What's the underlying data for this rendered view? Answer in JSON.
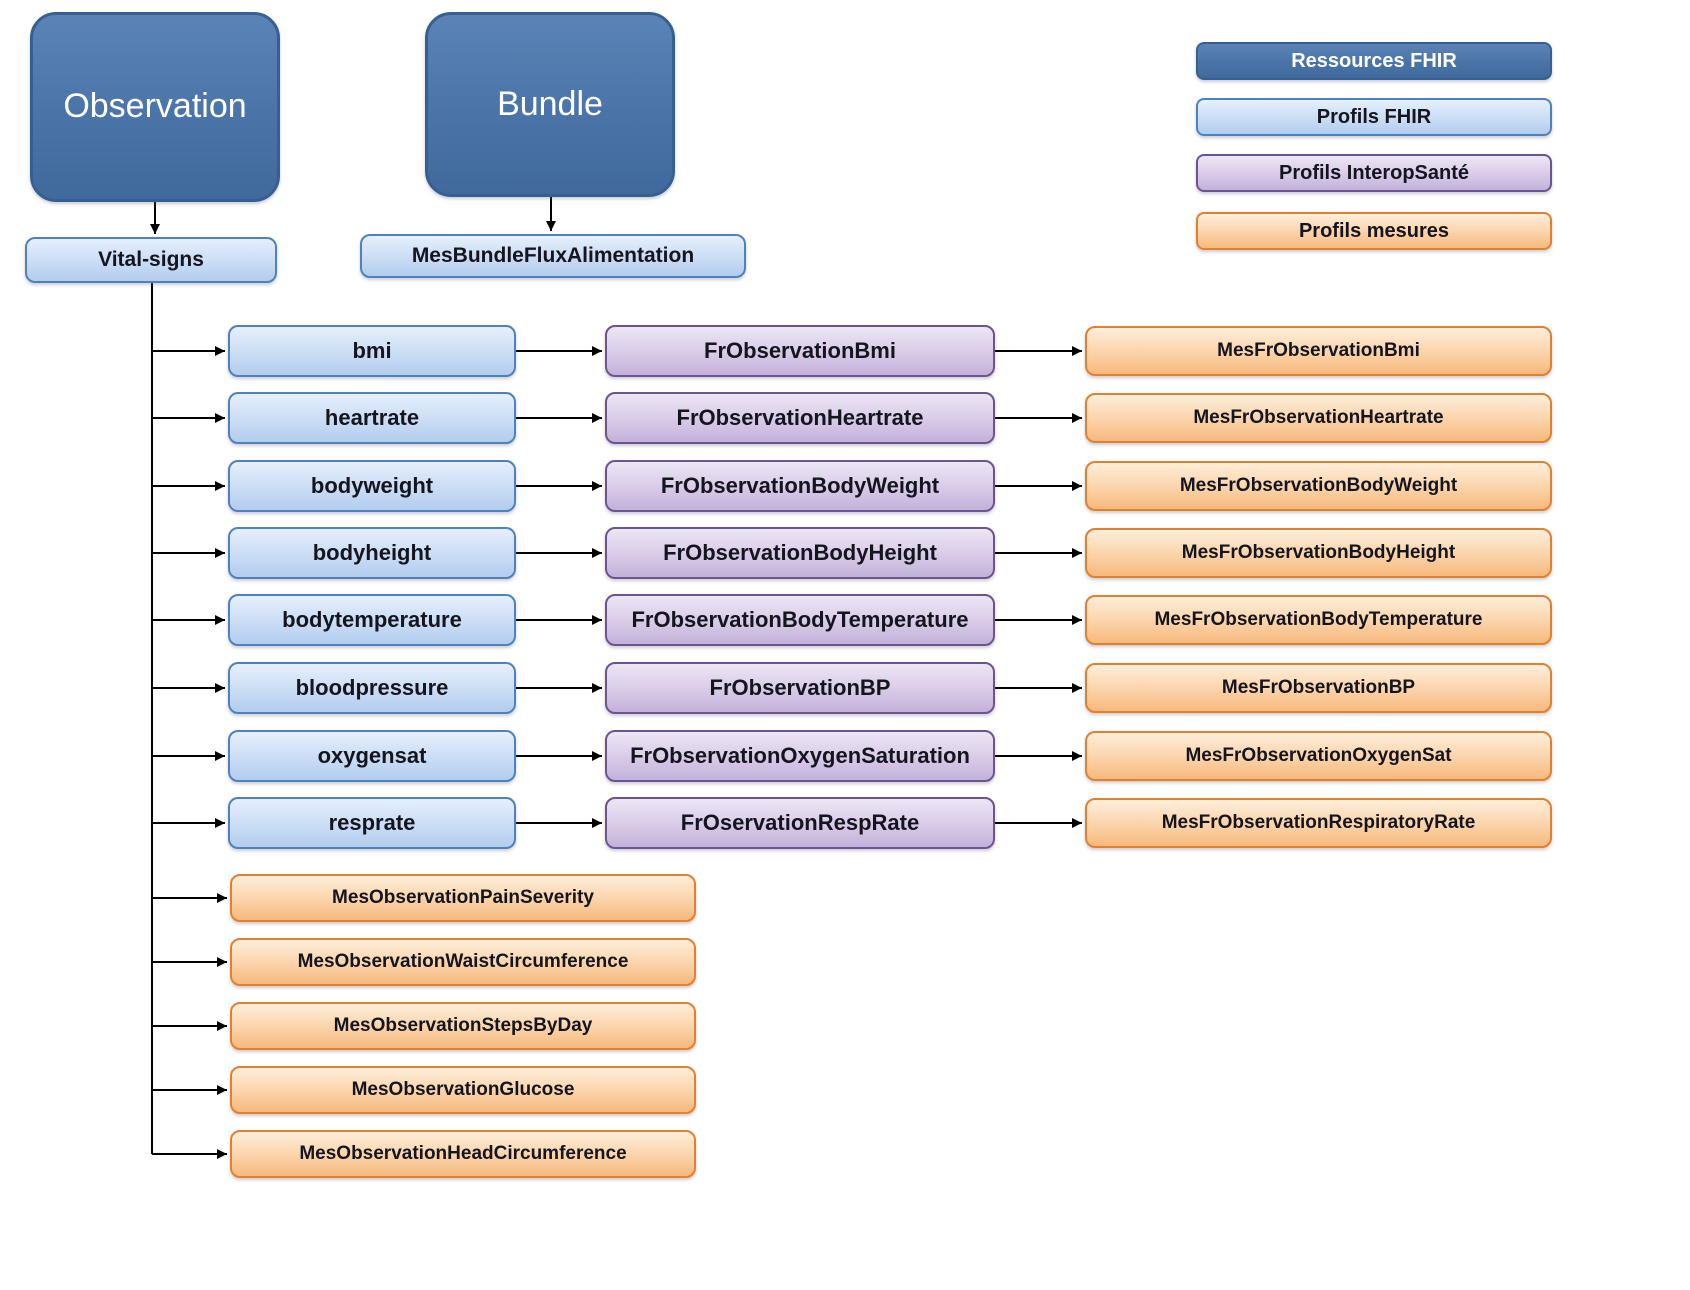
{
  "title_nodes": {
    "observation": "Observation",
    "bundle": "Bundle"
  },
  "legend": {
    "ressources": "Ressources FHIR",
    "profils_fhir": "Profils FHIR",
    "profils_interop": "Profils InteropSanté",
    "profils_mesures": "Profils mesures"
  },
  "nodes": {
    "vital_signs": "Vital-signs",
    "bundle_profile": "MesBundleFluxAlimentation"
  },
  "rows": [
    {
      "fhir": "bmi",
      "interop": "FrObservationBmi",
      "mesure": "MesFrObservationBmi"
    },
    {
      "fhir": "heartrate",
      "interop": "FrObservationHeartrate",
      "mesure": "MesFrObservationHeartrate"
    },
    {
      "fhir": "bodyweight",
      "interop": "FrObservationBodyWeight",
      "mesure": "MesFrObservationBodyWeight"
    },
    {
      "fhir": "bodyheight",
      "interop": "FrObservationBodyHeight",
      "mesure": "MesFrObservationBodyHeight"
    },
    {
      "fhir": "bodytemperature",
      "interop": "FrObservationBodyTemperature",
      "mesure": "MesFrObservationBodyTemperature"
    },
    {
      "fhir": "bloodpressure",
      "interop": "FrObservationBP",
      "mesure": "MesFrObservationBP"
    },
    {
      "fhir": "oxygensat",
      "interop": "FrObservationOxygenSaturation",
      "mesure": "MesFrObservationOxygenSat"
    },
    {
      "fhir": "resprate",
      "interop": "FrOservationRespRate",
      "mesure": "MesFrObservationRespiratoryRate"
    }
  ],
  "extra_mesures": [
    "MesObservationPainSeverity",
    "MesObservationWaistCircumference",
    "MesObservationStepsByDay",
    "MesObservationGlucose",
    "MesObservationHeadCircumference"
  ],
  "colors": {
    "ressource_fill": "#4a74a8",
    "profil_fhir_border": "#4f81bd",
    "profil_interop_border": "#6b5492",
    "profil_mesure_border": "#e0812f",
    "arrow": "#000000"
  }
}
